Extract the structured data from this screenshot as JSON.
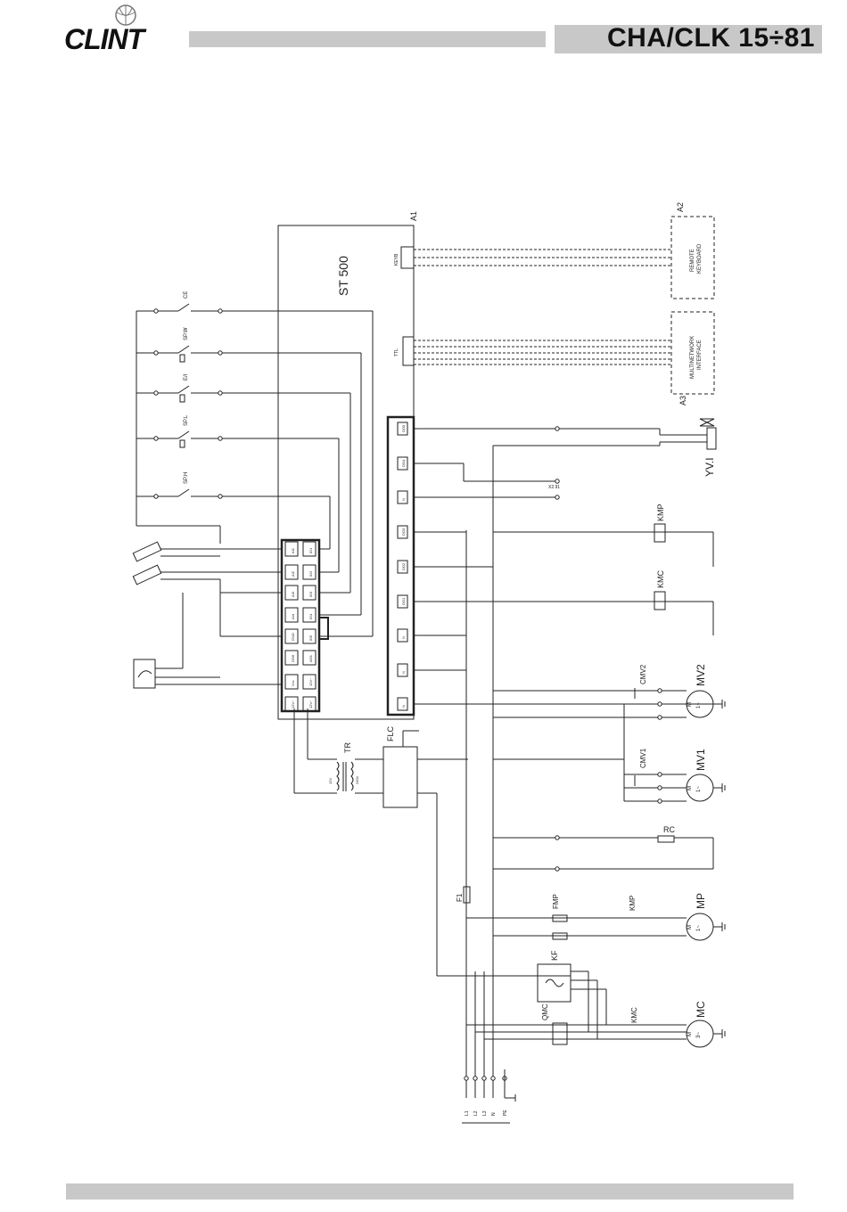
{
  "header": {
    "brand": "CLINT",
    "model": "CHA/CLK 15÷81"
  },
  "diagram": {
    "controller": "ST 500",
    "blocks": {
      "a1": "A1",
      "a2": "A2",
      "a3": "A3",
      "remote": [
        "REMOTE",
        "KEYBOARD"
      ],
      "multinet": [
        "MULTINETWORK",
        "INTERFACE"
      ]
    },
    "connectors": {
      "keyb": "KEYB",
      "ttl": "TTL",
      "x2": "X2.91"
    },
    "io_left": [
      "AI1",
      "AI2",
      "AI3",
      "AI4",
      "GND",
      "DO6",
      "Vcc",
      "12V~"
    ],
    "io_right": [
      "ID1",
      "ID2",
      "ID3",
      "ID4",
      "ID5",
      "AO1",
      "12V~",
      "12V~"
    ],
    "io_outputs": [
      "DO5",
      "DO4",
      "N",
      "DO3",
      "DO2",
      "DO1",
      "N",
      "N",
      "N"
    ],
    "switches": [
      "CE",
      "SP.W",
      "E/I",
      "SP.L",
      "SP.H"
    ],
    "components": {
      "yvi": "YV.I",
      "kmp": "KMP",
      "kmc": "KMC",
      "cmv2": "CMV2",
      "mv2": "MV2",
      "cmv1": "CMV1",
      "mv1": "MV1",
      "rc": "RC",
      "flc": "FLC",
      "tr": "TR",
      "tr_primary": "230V",
      "tr_secondary": "12V",
      "f1": "F1",
      "fmp": "FMP",
      "kmp2": "KMP",
      "mp": "MP",
      "kf": "KF",
      "qmc": "QMC",
      "kmc2": "KMC",
      "mc": "MC",
      "motor_m": "M",
      "motor_1ph": "1~",
      "motor_3ph": "3~"
    },
    "supply": [
      "L1",
      "L2",
      "L3",
      "N",
      "PE"
    ]
  }
}
